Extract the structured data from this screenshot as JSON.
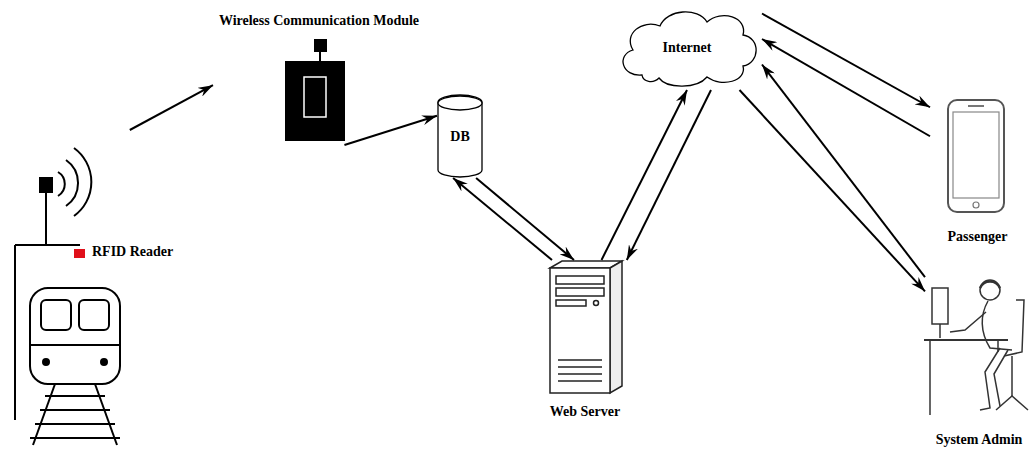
{
  "diagram": {
    "nodes": [
      {
        "text": [
          "RFID Reader"
        ]
      },
      {
        "text": [
          "Wireless Communication Module"
        ]
      },
      {
        "text": [
          "DB"
        ]
      },
      {
        "text": [
          "Web Server"
        ]
      },
      {
        "text": [
          "Internet"
        ]
      },
      {
        "text": [
          "Passenger"
        ]
      },
      {
        "text": [
          "System Admin"
        ]
      }
    ],
    "edges": [
      {
        "from": 0,
        "to": 1,
        "arrow": "to"
      },
      {
        "from": 1,
        "to": 2,
        "arrow": "to"
      },
      {
        "from": 2,
        "to": 3,
        "arrow": "to"
      },
      {
        "from": 3,
        "to": 2,
        "arrow": "to"
      },
      {
        "from": 3,
        "to": 4,
        "arrow": "to"
      },
      {
        "from": 4,
        "to": 3,
        "arrow": "to"
      },
      {
        "from": 4,
        "to": 5,
        "arrow": "to"
      },
      {
        "from": 5,
        "to": 4,
        "arrow": "to"
      },
      {
        "from": 4,
        "to": 6,
        "arrow": "to"
      },
      {
        "from": 6,
        "to": 4,
        "arrow": "to"
      }
    ]
  }
}
